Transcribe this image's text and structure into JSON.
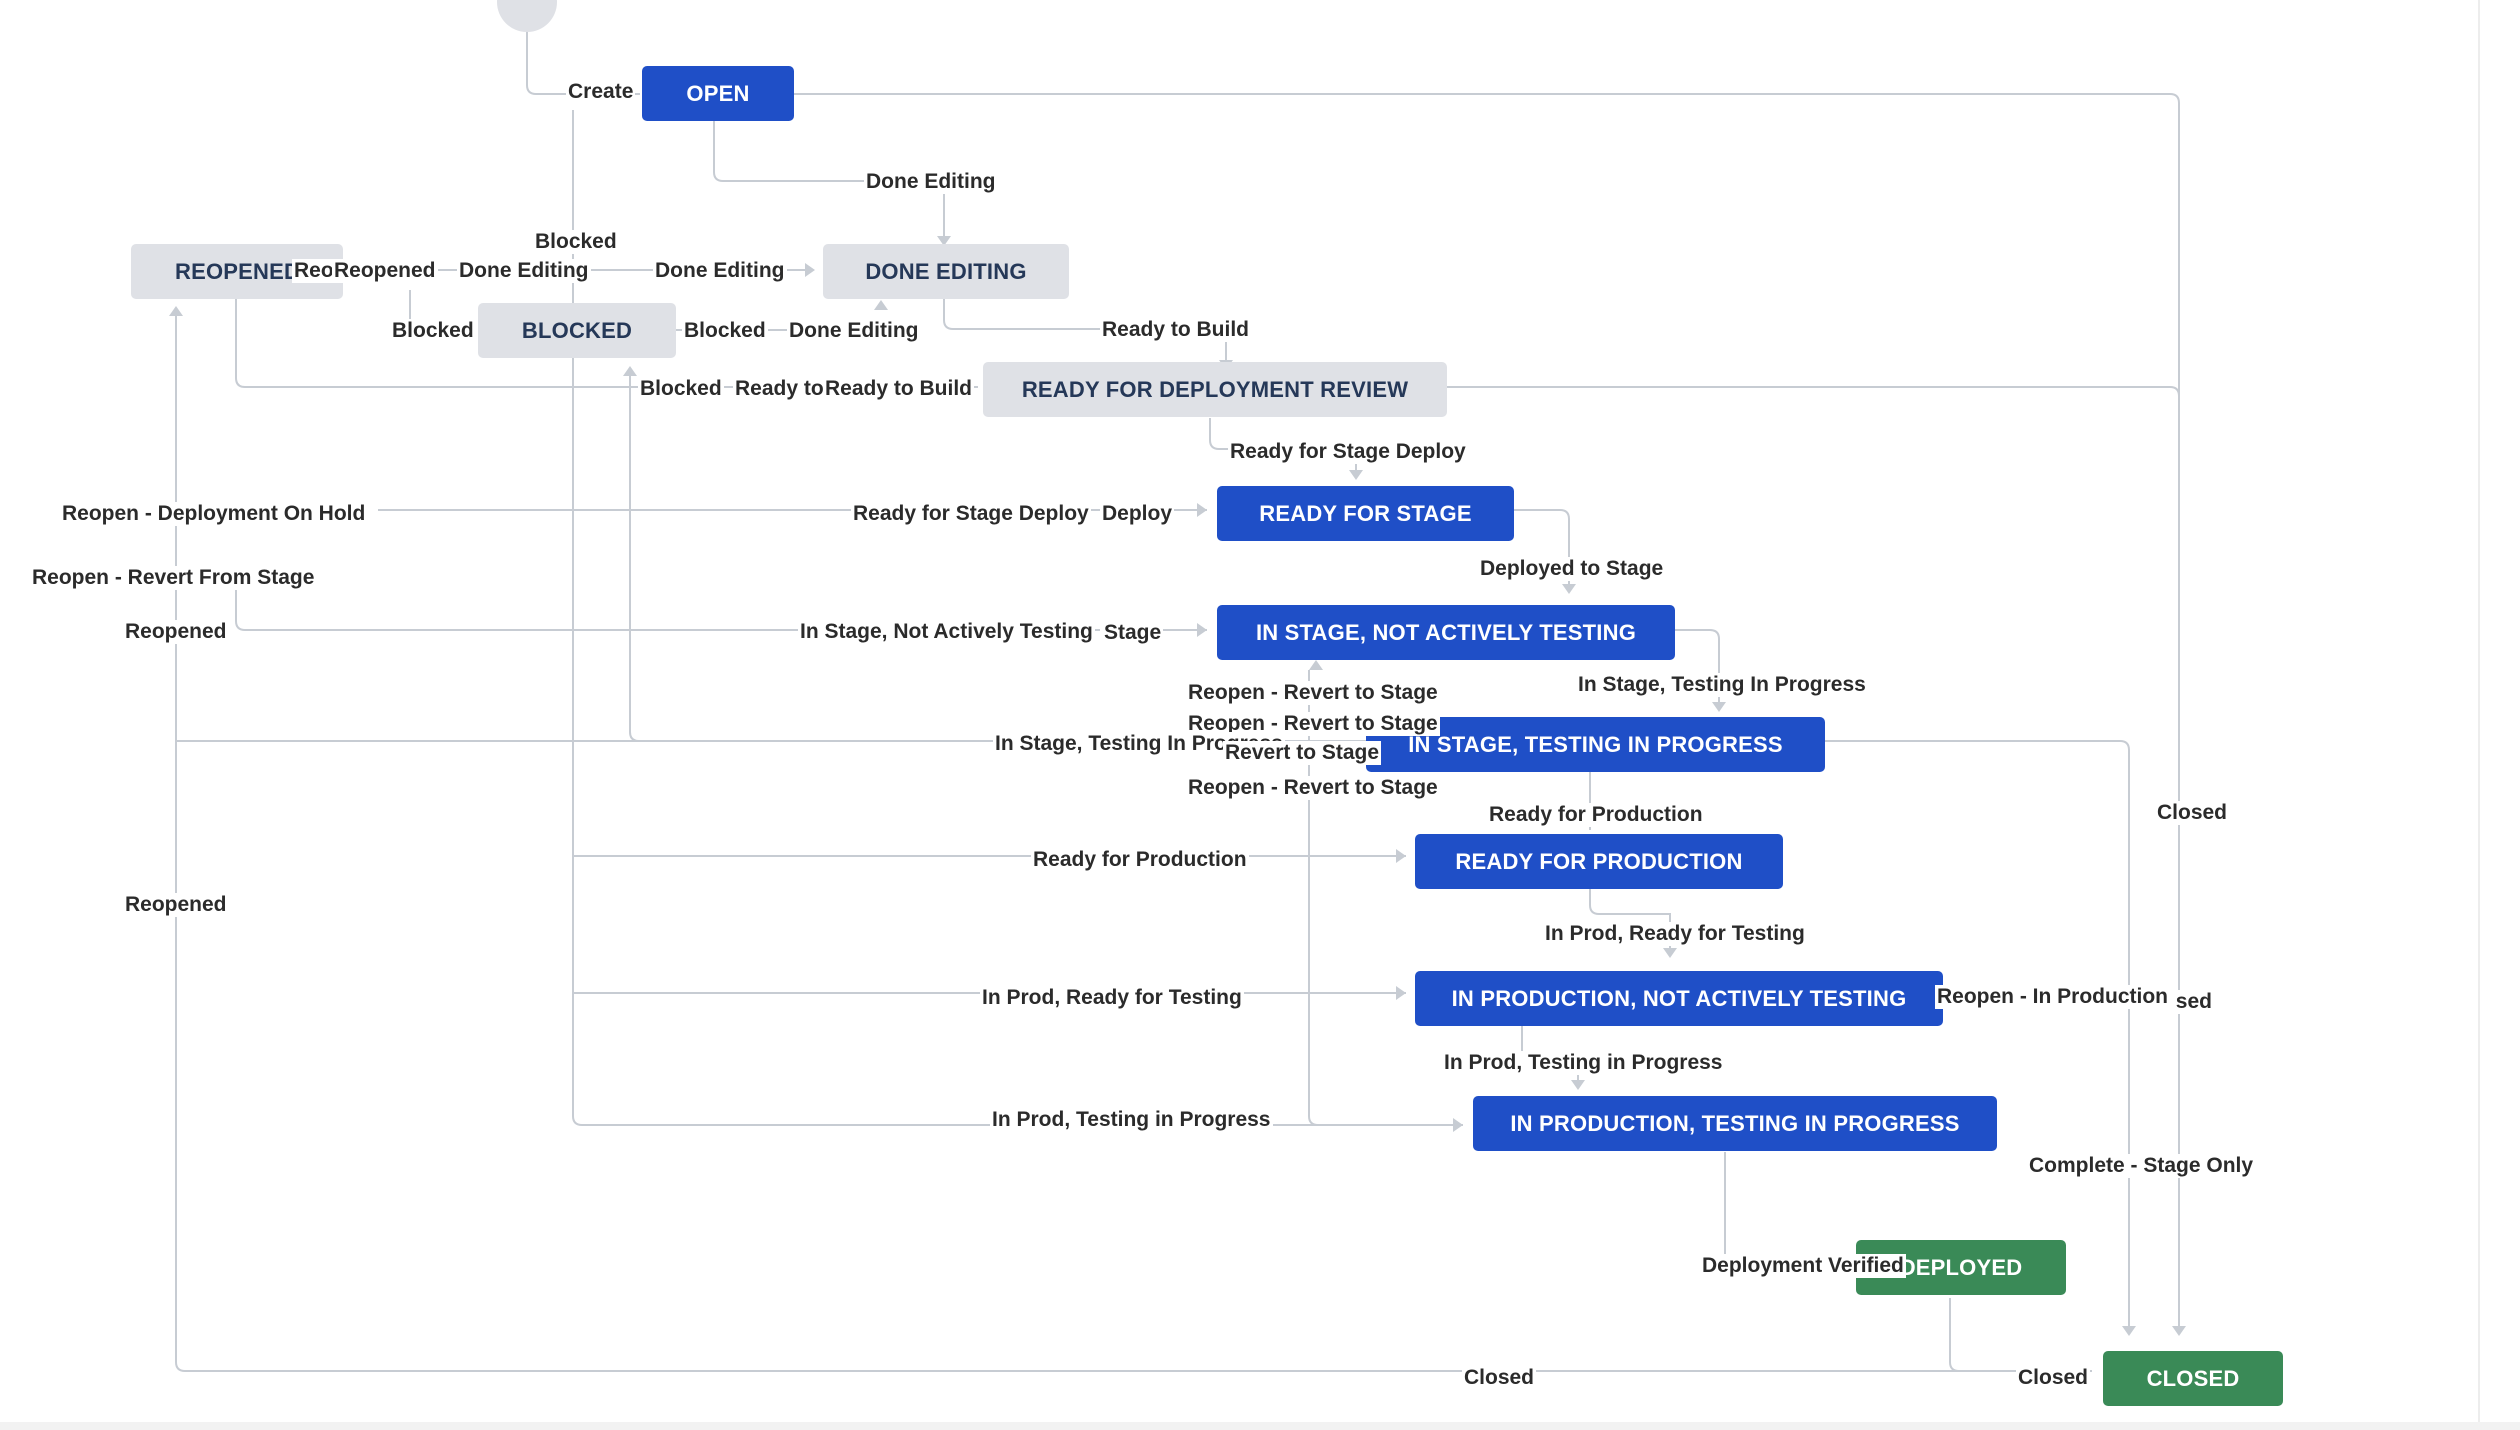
{
  "diagram": {
    "type": "jira-workflow",
    "colors": {
      "todo_bg": "#dfe1e6",
      "todo_text": "#253858",
      "inprogress_bg": "#1f4fc7",
      "done_bg": "#3a8a57",
      "edge": "#c7ccd3",
      "arrow": "#c7ccd3"
    },
    "statuses": {
      "open": "OPEN",
      "done_editing": "DONE EDITING",
      "reopened": "REOPENED",
      "blocked": "BLOCKED",
      "ready_for_deployment_review": "READY FOR DEPLOYMENT REVIEW",
      "ready_for_stage": "READY FOR STAGE",
      "in_stage_not_actively_testing": "IN STAGE, NOT ACTIVELY TESTING",
      "in_stage_testing_in_progress": "IN STAGE, TESTING IN PROGRESS",
      "ready_for_production": "READY FOR PRODUCTION",
      "in_production_not_actively_testing": "IN PRODUCTION, NOT ACTIVELY TESTING",
      "in_production_testing_in_progress": "IN PRODUCTION, TESTING IN PROGRESS",
      "deployed": "DEPLOYED",
      "closed": "CLOSED"
    },
    "transitions": {
      "create": "Create",
      "done_editing_from_open": "Done Editing",
      "blocked_top": "Blocked",
      "reopened_a": "Reopened",
      "reopened_b": "Reopened",
      "done_editing_a": "Done Editing",
      "done_editing_b": "Done Editing",
      "blocked_from_reopened": "Blocked",
      "blocked_right": "Blocked",
      "done_editing_c": "Done Editing",
      "ready_to_build_a": "Ready to Build",
      "blocked_mid": "Blocked",
      "ready_to_build_b": "Ready to Build",
      "ready_to_build_c": "Ready to Build",
      "ready_for_stage_deploy_a": "Ready for Stage Deploy",
      "reopen_deployment_on_hold": "Reopen - Deployment On Hold",
      "ready_for_stage_deploy_b": "Ready for Stage Deploy",
      "deploy": "Deploy",
      "reopen_revert_from_stage": "Reopen - Revert From Stage",
      "deployed_to_stage": "Deployed to Stage",
      "reopened_c": "Reopened",
      "in_stage_not_actively_testing": "In Stage, Not Actively Testing",
      "stage_suffix": "Stage",
      "reopen_revert_to_stage_a": "Reopen - Revert to Stage",
      "in_stage_testing_in_progress_a": "In Stage, Testing In Progress",
      "reopen_revert_to_stage_b": "Reopen - Revert to Stage",
      "in_stage_testing_in_progress_b": "In Stage, Testing In Progress",
      "revert_to_stage": "Revert to Stage",
      "reopen_revert_to_stage_c": "Reopen - Revert to Stage",
      "closed_a": "Closed",
      "ready_for_production_a": "Ready for Production",
      "ready_for_production_b": "Ready for Production",
      "reopened_d": "Reopened",
      "in_prod_ready_for_testing_a": "In Prod, Ready for Testing",
      "in_prod_ready_for_testing_b": "In Prod, Ready for Testing",
      "reopen_in_production": "Reopen - In Production",
      "closed_b": "Closed",
      "in_prod_testing_in_progress_a": "In Prod, Testing in Progress",
      "in_prod_testing_in_progress_b": "In Prod, Testing in Progress",
      "complete_stage_only": "Complete - Stage Only",
      "deployment_verified": "Deployment Verified",
      "closed_c": "Closed",
      "closed_d": "Closed"
    }
  }
}
